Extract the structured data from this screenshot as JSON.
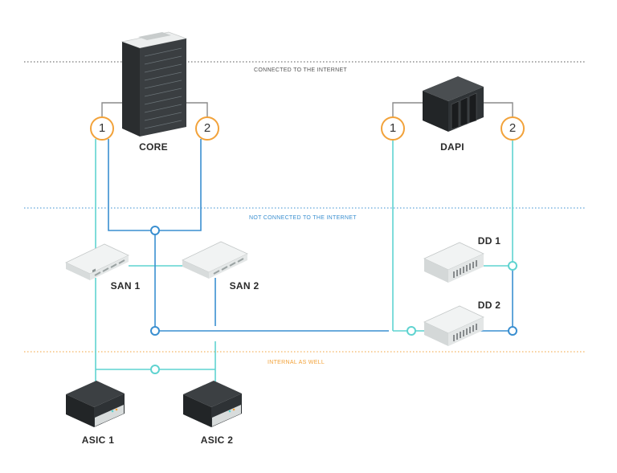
{
  "zones": {
    "internet": {
      "label": "CONNECTED TO THE INTERNET",
      "color": "#555555"
    },
    "offline": {
      "label": "NOT CONNECTED TO THE INTERNET",
      "color": "#3a8fd0"
    },
    "internal": {
      "label": "INTERNAL AS WELL",
      "color": "#f2a23a"
    }
  },
  "nodes": {
    "core": {
      "label": "CORE",
      "icon": "server-rack-icon"
    },
    "dapi": {
      "label": "DAPI",
      "icon": "nas-box-icon"
    },
    "san1": {
      "label": "SAN 1",
      "icon": "network-switch-icon"
    },
    "san2": {
      "label": "SAN 2",
      "icon": "network-switch-icon"
    },
    "dd1": {
      "label": "DD 1",
      "icon": "storage-appliance-icon"
    },
    "dd2": {
      "label": "DD 2",
      "icon": "storage-appliance-icon"
    },
    "asic1": {
      "label": "ASIC 1",
      "icon": "asic-box-icon"
    },
    "asic2": {
      "label": "ASIC 2",
      "icon": "asic-box-icon"
    }
  },
  "ports": {
    "core_1": "1",
    "core_2": "2",
    "dapi_1": "1",
    "dapi_2": "2"
  },
  "colors": {
    "cyan": "#5fd3d0",
    "blue": "#3a8fd0",
    "orange": "#f2a23a",
    "gray": "#8a8a8a"
  }
}
